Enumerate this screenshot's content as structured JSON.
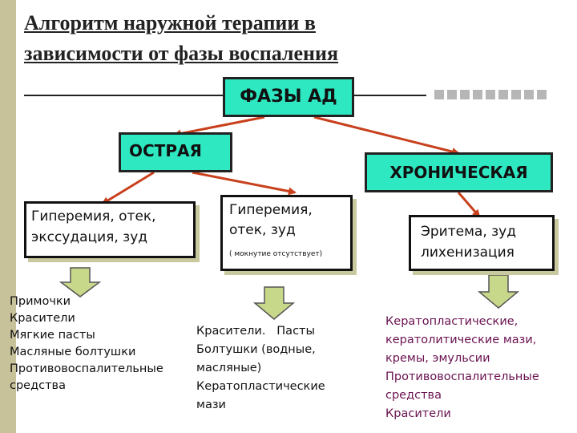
{
  "title": {
    "line1": "Алгоритм наружной терапии в",
    "line2": "зависимости от фазы воспаления"
  },
  "root": {
    "label": "ФАЗЫ АД"
  },
  "phases": {
    "acute": "ОСТРАЯ",
    "chronic": "ХРОНИЧЕСКАЯ"
  },
  "symptoms": {
    "left": {
      "line1": "Гиперемия, отек,",
      "line2": "экссудация, зуд"
    },
    "middle": {
      "line1": "Гиперемия,",
      "line2": "отек, зуд",
      "note": "( мокнутие отсутствует)"
    },
    "right": {
      "line1": "Эритема, зуд",
      "line2": "лихенизация"
    }
  },
  "treatments": {
    "left": [
      "Примочки",
      "Красители",
      "Мягкие пасты",
      "Масляные болтушки",
      "Противовоспалительные",
      "средства"
    ],
    "middle": [
      "Красители.   Пасты",
      "Болтушки (водные,",
      "масляные)",
      "Кератопластические",
      "мази"
    ],
    "right": [
      "Кератопластические,",
      "кератолитические мази,",
      "кремы, эмульсии",
      "Противовоспалительные",
      "средства",
      "Красители"
    ]
  },
  "colors": {
    "node_fill": "#2ee8c2",
    "arrow_red": "#c8401c",
    "arrow_block": "#c8d88a",
    "text_dark": "#111111",
    "text_purple": "#6a1250",
    "sidebar": "#c8c29a"
  }
}
